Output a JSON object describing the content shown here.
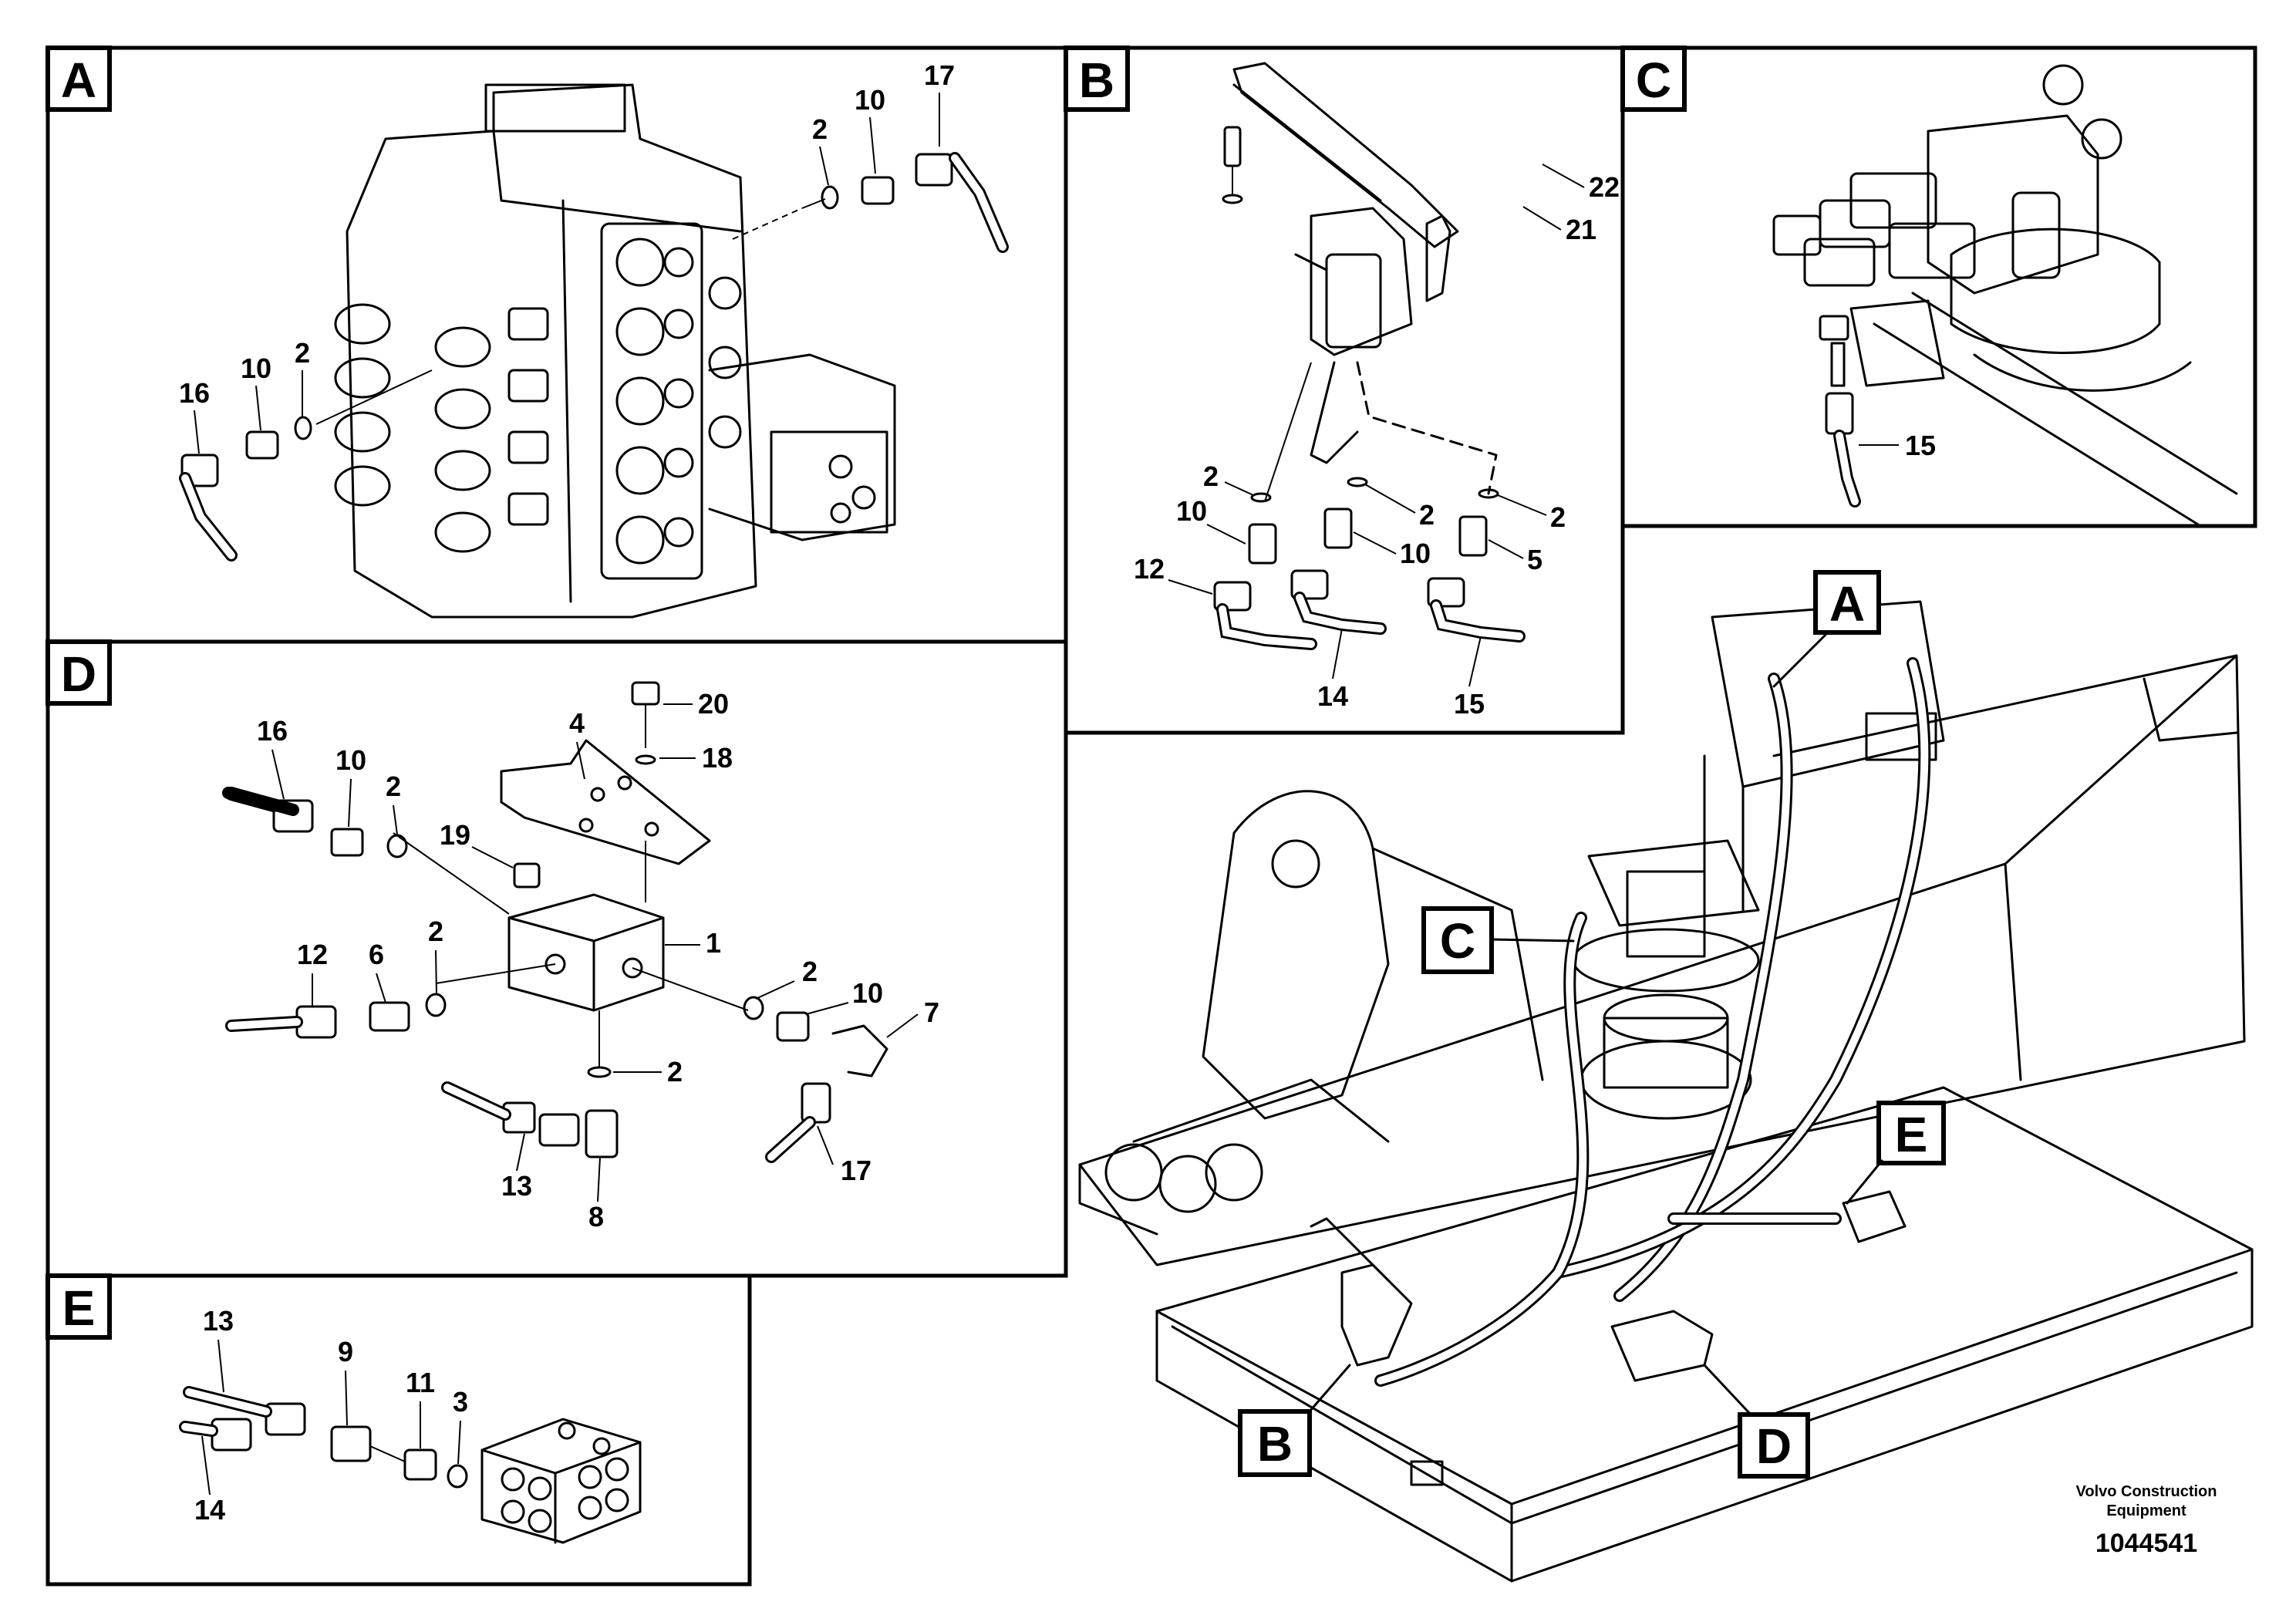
{
  "panels": {
    "A": {
      "tag": "A",
      "callouts": [
        "17",
        "10",
        "2",
        "16",
        "10",
        "2"
      ]
    },
    "B": {
      "tag": "B",
      "callouts": [
        "22",
        "21",
        "2",
        "2",
        "2",
        "10",
        "10",
        "5",
        "12",
        "14",
        "15"
      ]
    },
    "C": {
      "tag": "C",
      "callouts": [
        "15"
      ]
    },
    "D": {
      "tag": "D",
      "callouts": [
        "20",
        "4",
        "18",
        "16",
        "10",
        "2",
        "19",
        "1",
        "2",
        "12",
        "6",
        "2",
        "10",
        "7",
        "2",
        "17",
        "13",
        "8"
      ]
    },
    "E": {
      "tag": "E",
      "callouts": [
        "13",
        "9",
        "11",
        "3",
        "14"
      ]
    }
  },
  "overview": {
    "tags": [
      "A",
      "C",
      "E",
      "B",
      "D"
    ]
  },
  "credit": {
    "line1": "Volvo Construction",
    "line2": "Equipment"
  },
  "document_number": "1044541"
}
